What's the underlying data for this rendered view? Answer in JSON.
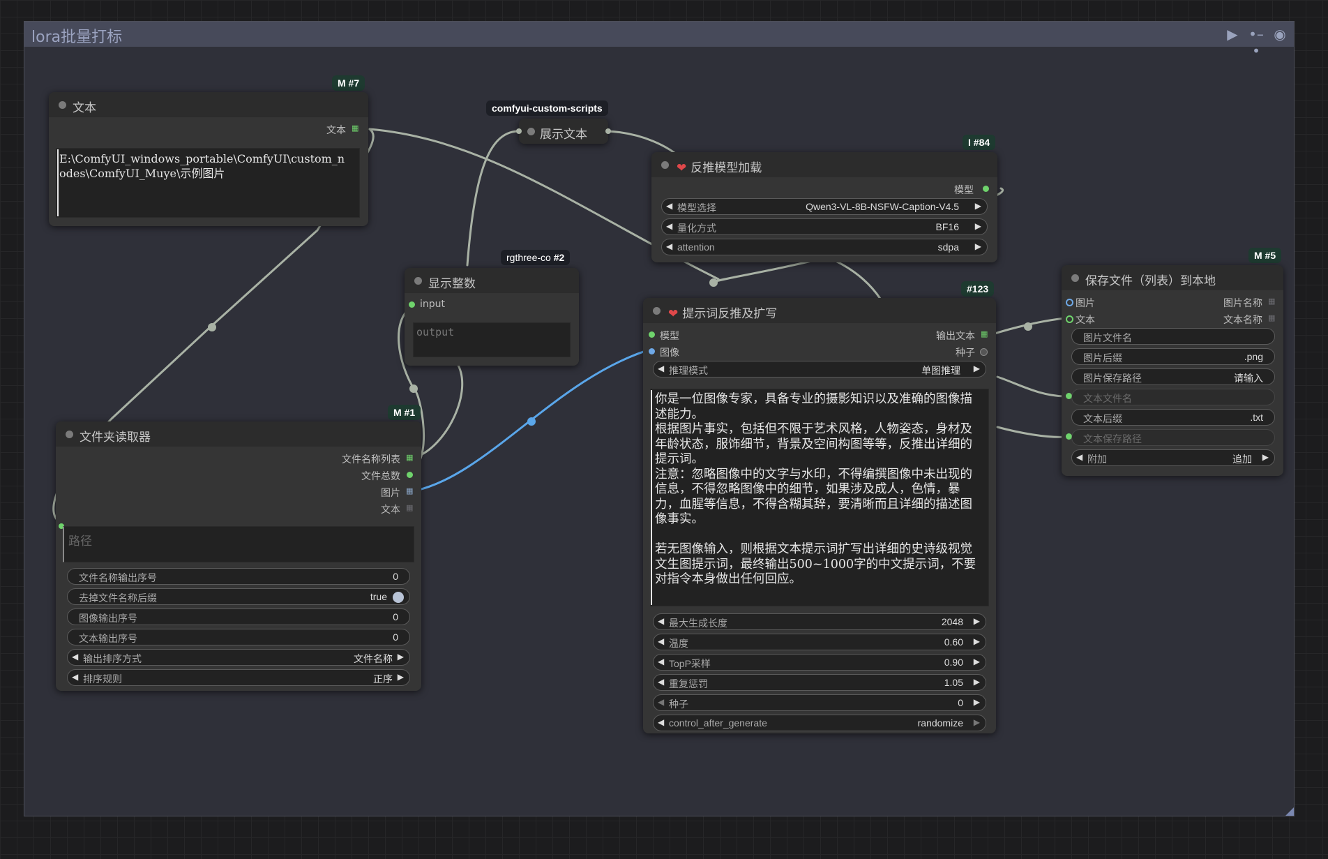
{
  "workflow": {
    "group_title": "lora批量打标",
    "group_icons": [
      "play-icon",
      "link-toggle-icon",
      "eye-icon"
    ]
  },
  "nodes": {
    "text": {
      "badge": "M #7",
      "title": "文本",
      "output_text": "文本",
      "content": "E:\\ComfyUI_windows_portable\\ComfyUI\\custom_n\nodes\\ComfyUI_Muye\\示例图片"
    },
    "show_text": {
      "badge": "comfyui-custom-scripts",
      "title": "展示文本"
    },
    "show_int": {
      "badge_label": "rgthree-co",
      "badge_id": "#2",
      "title": "显示整数",
      "input_label": "input",
      "output_placeholder": "output"
    },
    "folder_reader": {
      "badge": "M #1",
      "title": "文件夹读取器",
      "outputs": [
        "文件名称列表",
        "文件总数",
        "图片",
        "文本"
      ],
      "path_placeholder": "路径",
      "widgets": [
        {
          "label": "文件名称输出序号",
          "value": "0"
        },
        {
          "label": "去掉文件名称后缀",
          "value": "true"
        },
        {
          "label": "图像输出序号",
          "value": "0"
        },
        {
          "label": "文本输出序号",
          "value": "0"
        },
        {
          "label": "输出排序方式",
          "value": "文件名称"
        },
        {
          "label": "排序规则",
          "value": "正序"
        }
      ]
    },
    "model_loader": {
      "badge": "I #84",
      "title": "反推模型加载",
      "output_label": "模型",
      "widgets": [
        {
          "label": "模型选择",
          "value": "Qwen3-VL-8B-NSFW-Caption-V4.5"
        },
        {
          "label": "量化方式",
          "value": "BF16"
        },
        {
          "label": "attention",
          "value": "sdpa"
        }
      ]
    },
    "prompt_node": {
      "badge": "#123",
      "title": "提示词反推及扩写",
      "inputs": [
        "模型",
        "图像"
      ],
      "outputs": [
        "输出文本",
        "种子"
      ],
      "mode": {
        "label": "推理模式",
        "value": "单图推理"
      },
      "prompt_text": "你是一位图像专家，具备专业的摄影知识以及准确的图像描述能力。\n根据图片事实，包括但不限于艺术风格，人物姿态，身材及年龄状态，服饰细节，背景及空间构图等等，反推出详细的提示词。\n注意：忽略图像中的文字与水印，不得编撰图像中未出现的信息，不得忽略图像中的细节，如果涉及成人，色情，暴力，血腥等信息，不得含糊其辞，要清晰而且详细的描述图像事实。\n\n若无图像输入，则根据文本提示词扩写出详细的史诗级视觉文生图提示词，最终输出500~1000字的中文提示词，不要对指令本身做出任何回应。",
      "widgets": [
        {
          "label": "最大生成长度",
          "value": "2048"
        },
        {
          "label": "温度",
          "value": "0.60"
        },
        {
          "label": "TopP采样",
          "value": "0.90"
        },
        {
          "label": "重复惩罚",
          "value": "1.05"
        },
        {
          "label": "种子",
          "value": "0"
        },
        {
          "label": "control_after_generate",
          "value": "randomize"
        }
      ]
    },
    "save_node": {
      "badge": "M #5",
      "title": "保存文件（列表）到本地",
      "inputs": [
        "图片",
        "文本"
      ],
      "outputs": [
        "图片名称",
        "文本名称"
      ],
      "widgets": [
        {
          "label": "图片文件名",
          "value": ""
        },
        {
          "label": "图片后缀",
          "value": ".png"
        },
        {
          "label": "图片保存路径",
          "value": "请输入"
        },
        {
          "label": "文本文件名",
          "value": ""
        },
        {
          "label": "文本后缀",
          "value": ".txt"
        },
        {
          "label": "文本保存路径",
          "value": ""
        },
        {
          "label": "附加",
          "value": "追加"
        }
      ]
    }
  },
  "colors": {
    "link_default": "#a9b2a5",
    "link_image": "#5aa6ea",
    "slot_green": "#6fd36c",
    "group_bg": "#2f3039",
    "node_bg": "#353535"
  }
}
